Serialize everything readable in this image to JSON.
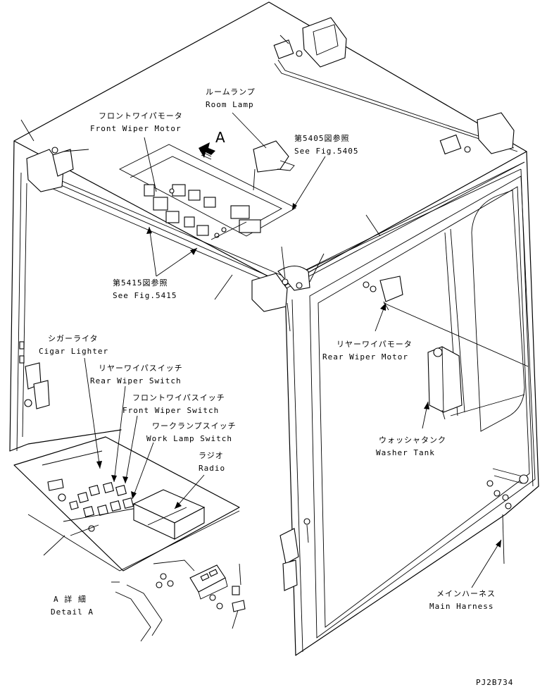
{
  "labels": {
    "room_lamp_jp": "ルームランプ",
    "room_lamp_en": "Room Lamp",
    "front_wiper_motor_jp": "フロントワイパモータ",
    "front_wiper_motor_en": "Front Wiper Motor",
    "ref_5405_jp": "第5405図参照",
    "ref_5405_en": "See Fig.5405",
    "view_a": "A",
    "ref_5415_jp": "第5415図参照",
    "ref_5415_en": "See Fig.5415",
    "rear_wiper_motor_jp": "リヤーワイパモータ",
    "rear_wiper_motor_en": "Rear Wiper Motor",
    "cigar_lighter_jp": "シガーライタ",
    "cigar_lighter_en": "Cigar Lighter",
    "rear_wiper_switch_jp": "リヤーワイパスイッチ",
    "rear_wiper_switch_en": "Rear Wiper Switch",
    "front_wiper_switch_jp": "フロントワイパスイッチ",
    "front_wiper_switch_en": "Front Wiper Switch",
    "work_lamp_switch_jp": "ワークランプスイッチ",
    "work_lamp_switch_en": "Work Lamp Switch",
    "radio_jp": "ラジオ",
    "radio_en": "Radio",
    "washer_tank_jp": "ウォッシャタンク",
    "washer_tank_en": "Washer Tank",
    "detail_a_jp": "A 詳 細",
    "detail_a_en": "Detail A",
    "main_harness_jp": "メインハーネス",
    "main_harness_en": "Main Harness",
    "drawing_code": "PJ2B734"
  }
}
